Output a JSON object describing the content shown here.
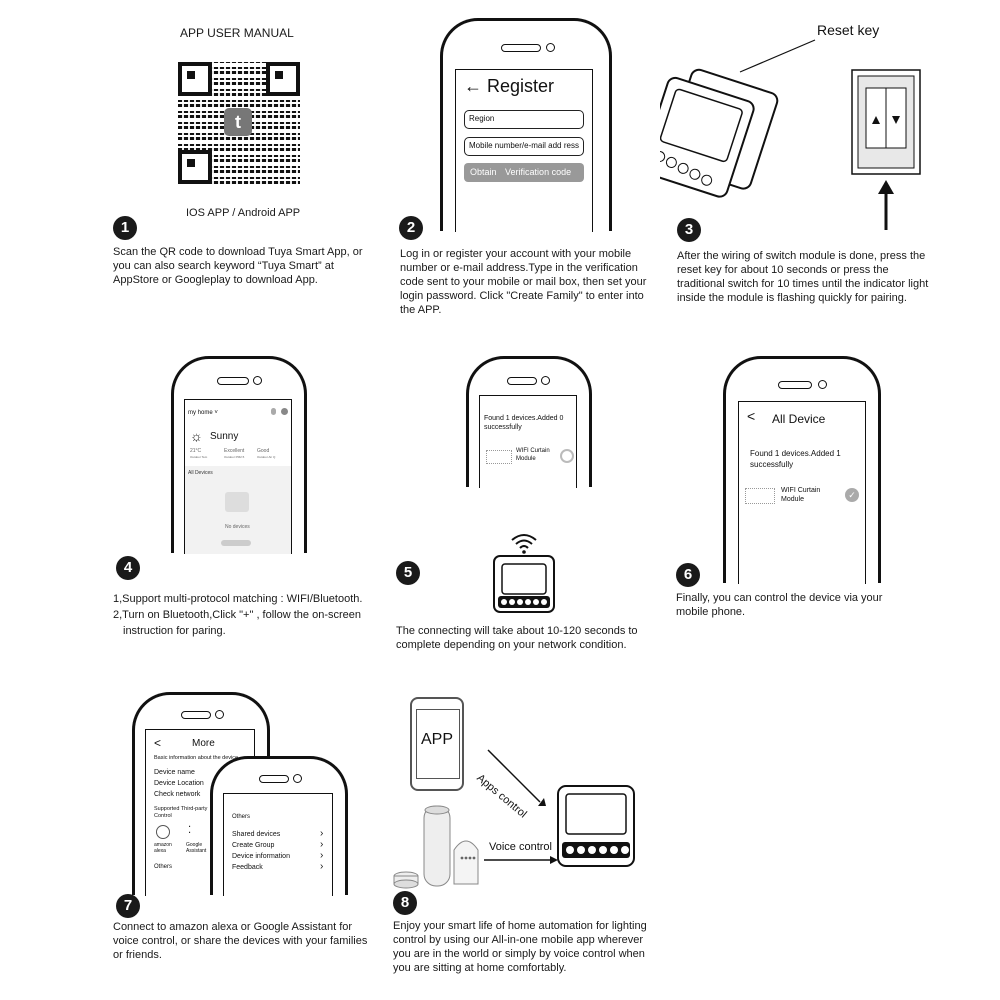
{
  "manual_title": "APP USER MANUAL",
  "qr_caption": "IOS APP / Android APP",
  "steps": [
    {
      "num": "1",
      "text": "Scan the QR code to download Tuya Smart App, or you can also search keyword “Tuya Smart” at AppStore or Googleplay to download App."
    },
    {
      "num": "2",
      "text": "Log in or register your account with your mobile number or e-mail address.Type in the verification code sent to your mobile or mail box, then set your login password. Click \"Create Family\" to enter into the APP."
    },
    {
      "num": "3",
      "text": "After the wiring of switch module is done, press the reset key for about 10 seconds or press the traditional switch for 10 times until the indicator light inside the module is flashing quickly for pairing."
    },
    {
      "num": "4",
      "line1": "1,Support multi-protocol matching : WIFI/Bluetooth.",
      "line2": "2,Turn on Bluetooth,Click \"+\" , follow the on-screen",
      "line3": "instruction for paring."
    },
    {
      "num": "5",
      "text": "The connecting will take about 10-120 seconds to complete depending on your network condition."
    },
    {
      "num": "6",
      "text": "Finally, you can control  the device via your mobile phone."
    },
    {
      "num": "7",
      "text": "Connect to amazon alexa or Google Assistant for voice control, or share the devices with your families or friends."
    },
    {
      "num": "8",
      "text": "Enjoy your smart life of home automation for lighting control by using our All-in-one mobile app wherever you are in the world or simply by voice control when you are sitting at home comfortably."
    }
  ],
  "register_screen": {
    "title": "← Register",
    "region": "Region",
    "mobile_field": "Mobile number/e-mail add",
    "mobile_field_tail": "ress",
    "obtain": "Obtain",
    "verification": "Verification code"
  },
  "reset_key_label": "Reset key",
  "home_screen": {
    "home": "my home ˅",
    "weather": "Sunny",
    "stat1_val": "21°C",
    "stat1_lbl": "Outdoor Tem",
    "stat2_val": "Excellent",
    "stat2_lbl": "Outdoor PM2.5",
    "stat3_val": "Good",
    "stat3_lbl": "Outdoor Air Q",
    "all_devices": "All Devices",
    "no_devices": "No devices"
  },
  "found_screen": {
    "found": "Found 1 devices.Added 0 successfully",
    "device": "WIFI Curtain Module"
  },
  "all_device_screen": {
    "back": "<",
    "title": "All Device",
    "found": "Found 1 devices.Added 1 successfully",
    "device": "WIFI Curtain Module"
  },
  "more_screen": {
    "back": "<",
    "title": "More",
    "basic_info": "Basic information about the device",
    "items": [
      "Device name",
      "Device Location",
      "Check network"
    ],
    "third_party": "Supported Third-party Control",
    "alexa": "amazon alexa",
    "google": "Google Assistant",
    "others": "Others"
  },
  "others_screen": {
    "others": "Others",
    "items": [
      "Shared devices",
      "Create Group",
      "Device information",
      "Feedback"
    ]
  },
  "automation": {
    "app": "APP",
    "apps_control": "Apps control",
    "voice_control": "Voice control"
  }
}
